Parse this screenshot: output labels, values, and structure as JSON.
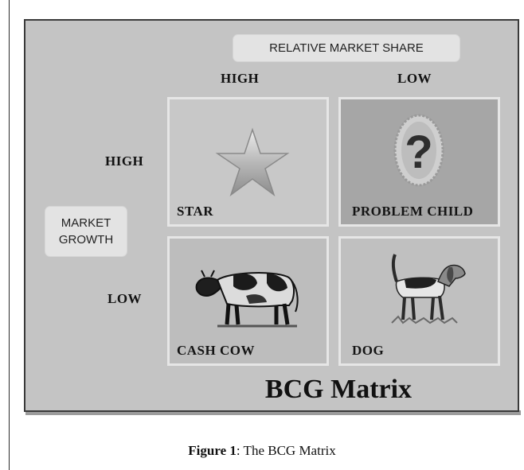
{
  "axes": {
    "x_title": "RELATIVE MARKET SHARE",
    "x_high": "HIGH",
    "x_low": "LOW",
    "y_title_line1": "MARKET",
    "y_title_line2": "GROWTH",
    "y_high": "HIGH",
    "y_low": "LOW"
  },
  "quadrants": {
    "star": "STAR",
    "problem_child": "PROBLEM CHILD",
    "cash_cow": "CASH COW",
    "dog": "DOG"
  },
  "icons": [
    "star-icon",
    "question-mark-icon",
    "cow-icon",
    "dog-icon"
  ],
  "title": "BCG Matrix",
  "caption": {
    "label": "Figure 1",
    "text": ": The BCG Matrix"
  }
}
